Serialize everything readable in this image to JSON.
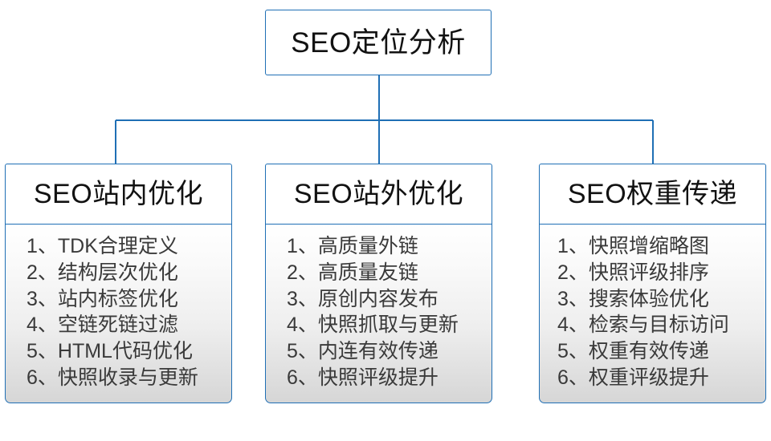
{
  "diagram": {
    "type": "hierarchy-tree",
    "root": {
      "title": "SEO定位分析"
    },
    "branches": [
      {
        "title": "SEO站内优化",
        "items": [
          "1、TDK合理定义",
          "2、结构层次优化",
          "3、站内标签优化",
          "4、空链死链过滤",
          "5、HTML代码优化",
          "6、快照收录与更新"
        ]
      },
      {
        "title": "SEO站外优化",
        "items": [
          "1、高质量外链",
          "2、高质量友链",
          "3、原创内容发布",
          "4、快照抓取与更新",
          "5、内连有效传递",
          "6、快照评级提升"
        ]
      },
      {
        "title": "SEO权重传递",
        "items": [
          "1、快照增缩略图",
          "2、快照评级排序",
          "3、搜索体验优化",
          "4、检索与目标访问",
          "5、权重有效传递",
          "6、权重评级提升"
        ]
      }
    ],
    "colors": {
      "border": "#1f6fb5",
      "connector": "#1f6fb5",
      "title_text": "#121212",
      "item_text": "#3a3a3a",
      "header_bg": "#ffffff",
      "body_gradient_top": "#ffffff",
      "body_gradient_bottom": "#d6d6d6",
      "canvas_bg": "#ffffff"
    }
  }
}
